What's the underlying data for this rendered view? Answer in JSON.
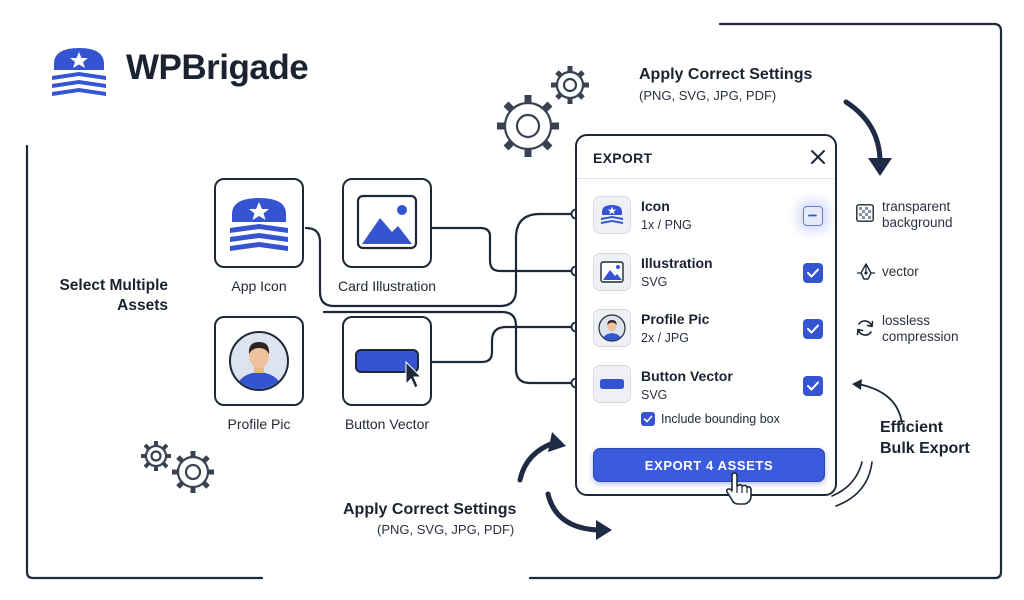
{
  "brand": {
    "name": "WPBrigade",
    "logo_icon": "shield-star-chevrons-icon",
    "color": "#3454d1"
  },
  "left_label": {
    "line1": "Select Multiple",
    "line2": "Assets"
  },
  "top_callout": {
    "title": "Apply Correct Settings",
    "formats": "(PNG, SVG, JPG, PDF)"
  },
  "bottom_callout": {
    "title": "Apply Correct Settings",
    "formats": "(PNG, SVG, JPG, PDF)"
  },
  "right_callout": {
    "line1": "Efficient",
    "line2": "Bulk Export"
  },
  "assets": [
    {
      "label": "App Icon",
      "icon": "shield-star-icon"
    },
    {
      "label": "Card Illustration",
      "icon": "image-icon"
    },
    {
      "label": "Profile Pic",
      "icon": "avatar-icon"
    },
    {
      "label": "Button Vector",
      "icon": "button-cursor-icon"
    }
  ],
  "export_panel": {
    "title": "EXPORT",
    "close_icon": "close-icon",
    "rows": [
      {
        "name": "Icon",
        "format": "1x / PNG",
        "state": "partial"
      },
      {
        "name": "Illustration",
        "format": "SVG",
        "state": "checked"
      },
      {
        "name": "Profile Pic",
        "format": "2x / JPG",
        "state": "checked"
      },
      {
        "name": "Button Vector",
        "format": "SVG",
        "state": "checked"
      }
    ],
    "include_bounding_box": {
      "label": "Include bounding box",
      "checked": true
    },
    "export_button": "EXPORT 4 ASSETS"
  },
  "features": [
    {
      "icon": "checkerboard-icon",
      "line1": "transparent",
      "line2": "background"
    },
    {
      "icon": "pen-tool-icon",
      "line1": "vector",
      "line2": ""
    },
    {
      "icon": "refresh-icon",
      "line1": "lossless",
      "line2": "compression"
    }
  ],
  "colors": {
    "accent": "#3454d1",
    "outline": "#1e2838"
  }
}
